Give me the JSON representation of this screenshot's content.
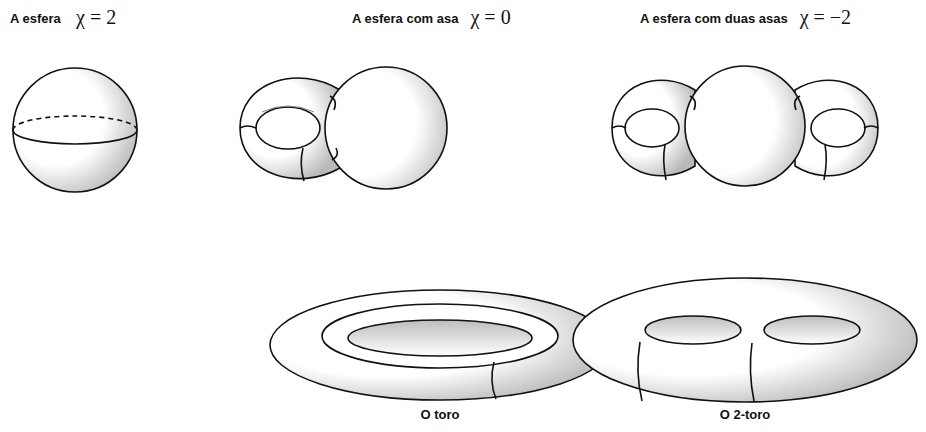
{
  "diagram": {
    "labels": [
      "A esfera",
      "χ = 2",
      "A esfera com asa",
      "χ = 0",
      "A esfera com duas asas",
      "χ = −2",
      "O toro",
      "O 2-toro"
    ]
  }
}
